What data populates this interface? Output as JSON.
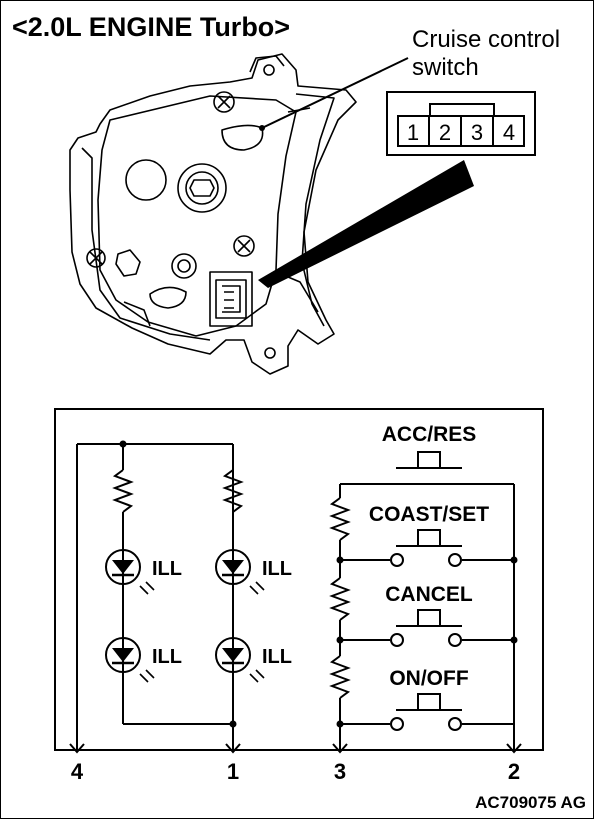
{
  "title": "<2.0L ENGINE Turbo>",
  "callout": {
    "line1": "Cruise control",
    "line2": "switch"
  },
  "connector": {
    "pins": [
      "1",
      "2",
      "3",
      "4"
    ]
  },
  "schematic": {
    "switches": [
      "ACC/RES",
      "COAST/SET",
      "CANCEL",
      "ON/OFF"
    ],
    "ill_label": "ILL",
    "terminals": [
      "4",
      "1",
      "3",
      "2"
    ]
  },
  "figure_code": "AC709075 AG"
}
